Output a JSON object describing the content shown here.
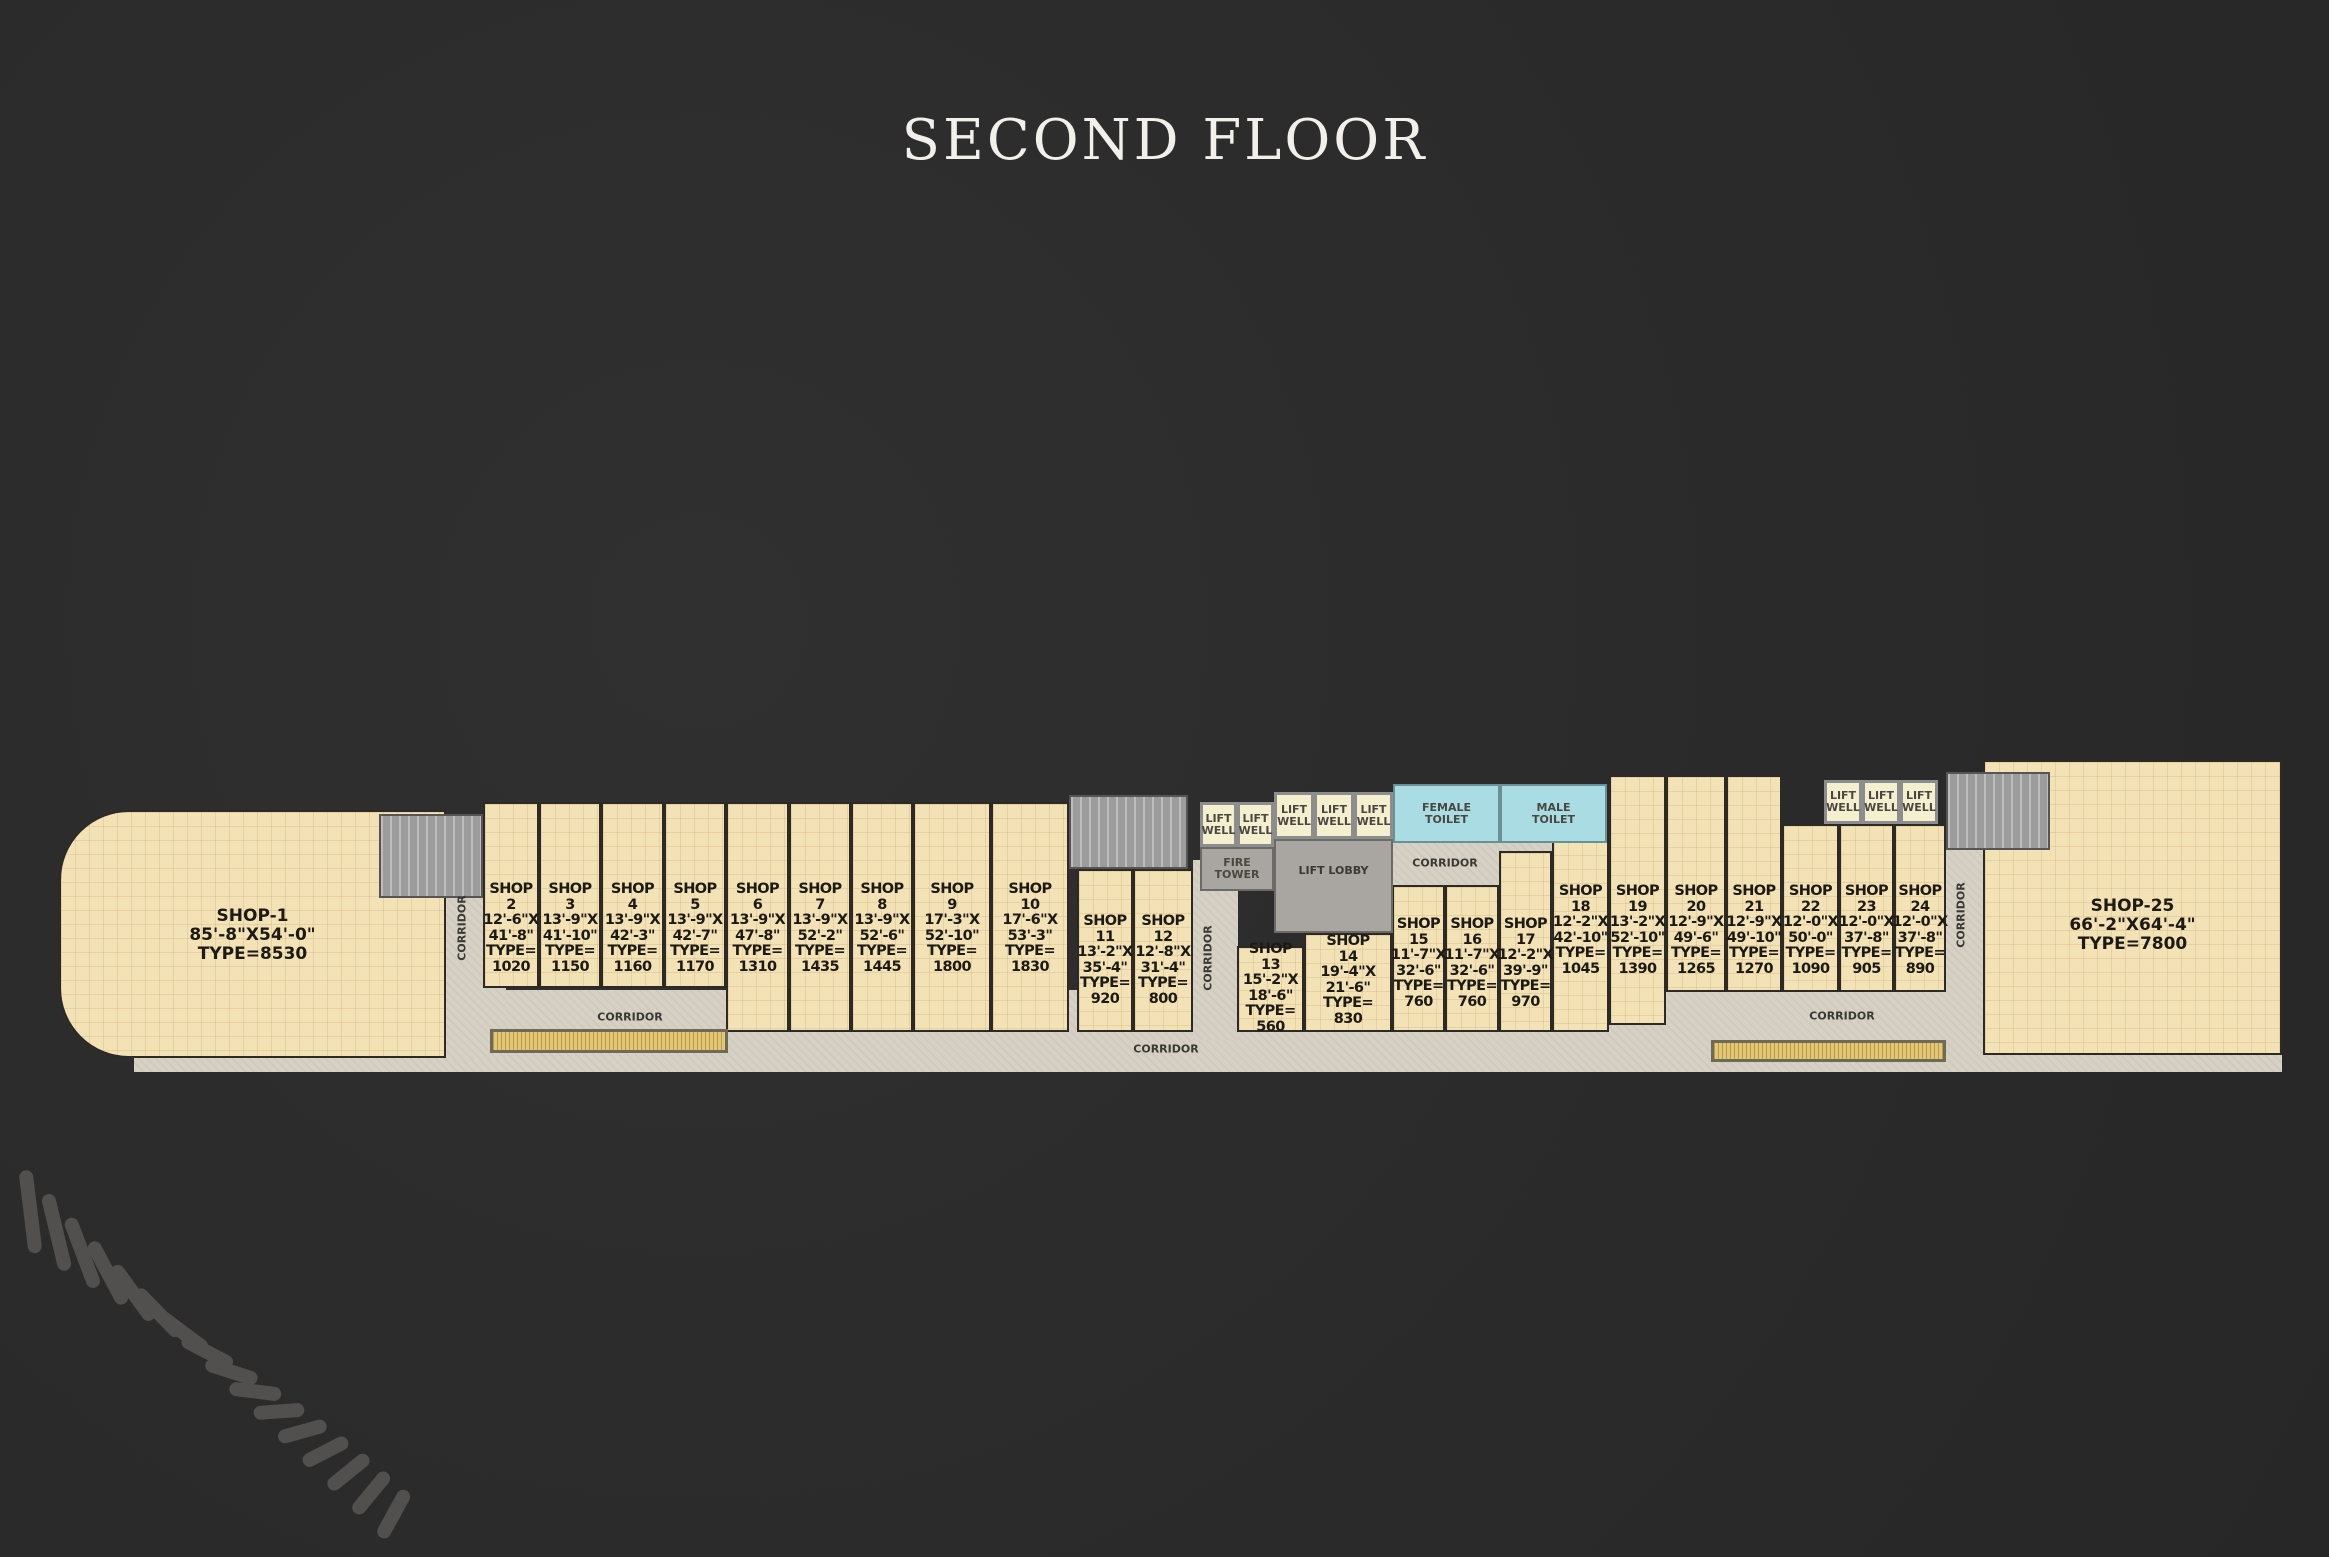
{
  "title": "SECOND FLOOR",
  "shops": [
    {
      "id": "shop-1",
      "lines": [
        "SHOP-1",
        "85'-8\"X54'-0\"",
        "TYPE=8530"
      ]
    },
    {
      "id": "shop-2",
      "lines": [
        "SHOP",
        "2",
        "12'-6\"X",
        "41'-8\"",
        "TYPE=",
        "1020"
      ]
    },
    {
      "id": "shop-3",
      "lines": [
        "SHOP",
        "3",
        "13'-9\"X",
        "41'-10\"",
        "TYPE=",
        "1150"
      ]
    },
    {
      "id": "shop-4",
      "lines": [
        "SHOP",
        "4",
        "13'-9\"X",
        "42'-3\"",
        "TYPE=",
        "1160"
      ]
    },
    {
      "id": "shop-5",
      "lines": [
        "SHOP",
        "5",
        "13'-9\"X",
        "42'-7\"",
        "TYPE=",
        "1170"
      ]
    },
    {
      "id": "shop-6",
      "lines": [
        "SHOP",
        "6",
        "13'-9\"X",
        "47'-8\"",
        "TYPE=",
        "1310"
      ]
    },
    {
      "id": "shop-7",
      "lines": [
        "SHOP",
        "7",
        "13'-9\"X",
        "52'-2\"",
        "TYPE=",
        "1435"
      ]
    },
    {
      "id": "shop-8",
      "lines": [
        "SHOP",
        "8",
        "13'-9\"X",
        "52'-6\"",
        "TYPE=",
        "1445"
      ]
    },
    {
      "id": "shop-9",
      "lines": [
        "SHOP",
        "9",
        "17'-3\"X",
        "52'-10\"",
        "TYPE=",
        "1800"
      ]
    },
    {
      "id": "shop-10",
      "lines": [
        "SHOP",
        "10",
        "17'-6\"X",
        "53'-3\"",
        "TYPE=",
        "1830"
      ]
    },
    {
      "id": "shop-11",
      "lines": [
        "SHOP",
        "11",
        "13'-2\"X",
        "35'-4\"",
        "TYPE=",
        "920"
      ]
    },
    {
      "id": "shop-12",
      "lines": [
        "SHOP",
        "12",
        "12'-8\"X",
        "31'-4\"",
        "TYPE=",
        "800"
      ]
    },
    {
      "id": "shop-13",
      "lines": [
        "SHOP",
        "13",
        "15'-2\"X",
        "18'-6\"",
        "TYPE=",
        "560"
      ]
    },
    {
      "id": "shop-14",
      "lines": [
        "SHOP",
        "14",
        "19'-4\"X",
        "21'-6\"",
        "TYPE=",
        "830"
      ]
    },
    {
      "id": "shop-15",
      "lines": [
        "SHOP",
        "15",
        "11'-7\"X",
        "32'-6\"",
        "TYPE=",
        "760"
      ]
    },
    {
      "id": "shop-16",
      "lines": [
        "SHOP",
        "16",
        "11'-7\"X",
        "32'-6\"",
        "TYPE=",
        "760"
      ]
    },
    {
      "id": "shop-17",
      "lines": [
        "SHOP",
        "17",
        "12'-2\"X",
        "39'-9\"",
        "TYPE=",
        "970"
      ]
    },
    {
      "id": "shop-18",
      "lines": [
        "SHOP",
        "18",
        "12'-2\"X",
        "42'-10\"",
        "TYPE=",
        "1045"
      ]
    },
    {
      "id": "shop-19",
      "lines": [
        "SHOP",
        "19",
        "13'-2\"X",
        "52'-10\"",
        "TYPE=",
        "1390"
      ]
    },
    {
      "id": "shop-20",
      "lines": [
        "SHOP",
        "20",
        "12'-9\"X",
        "49'-6\"",
        "TYPE=",
        "1265"
      ]
    },
    {
      "id": "shop-21",
      "lines": [
        "SHOP",
        "21",
        "12'-9\"X",
        "49'-10\"",
        "TYPE=",
        "1270"
      ]
    },
    {
      "id": "shop-22",
      "lines": [
        "SHOP",
        "22",
        "12'-0\"X",
        "50'-0\"",
        "TYPE=",
        "1090"
      ]
    },
    {
      "id": "shop-23",
      "lines": [
        "SHOP",
        "23",
        "12'-0\"X",
        "37'-8\"",
        "TYPE=",
        "905"
      ]
    },
    {
      "id": "shop-24",
      "lines": [
        "SHOP",
        "24",
        "12'-0\"X",
        "37'-8\"",
        "TYPE=",
        "890"
      ]
    },
    {
      "id": "shop-25",
      "lines": [
        "SHOP-25",
        "66'-2\"X64'-4\"",
        "TYPE=7800"
      ]
    }
  ],
  "labels": {
    "corridor": "CORRIDOR",
    "lift_well": [
      "LIFT",
      "WELL"
    ],
    "fire_tower": [
      "FIRE",
      "TOWER"
    ],
    "lift_lobby": "LIFT LOBBY",
    "female_toilet": [
      "FEMALE",
      "TOILET"
    ],
    "male_toilet": [
      "MALE",
      "TOILET"
    ]
  },
  "colors": {
    "background": "#2b2b2b",
    "shop": "#f2e2b5",
    "corridor": "#d6d1c4",
    "toilet": "#a9dce3",
    "title": "#f2f0ea"
  }
}
